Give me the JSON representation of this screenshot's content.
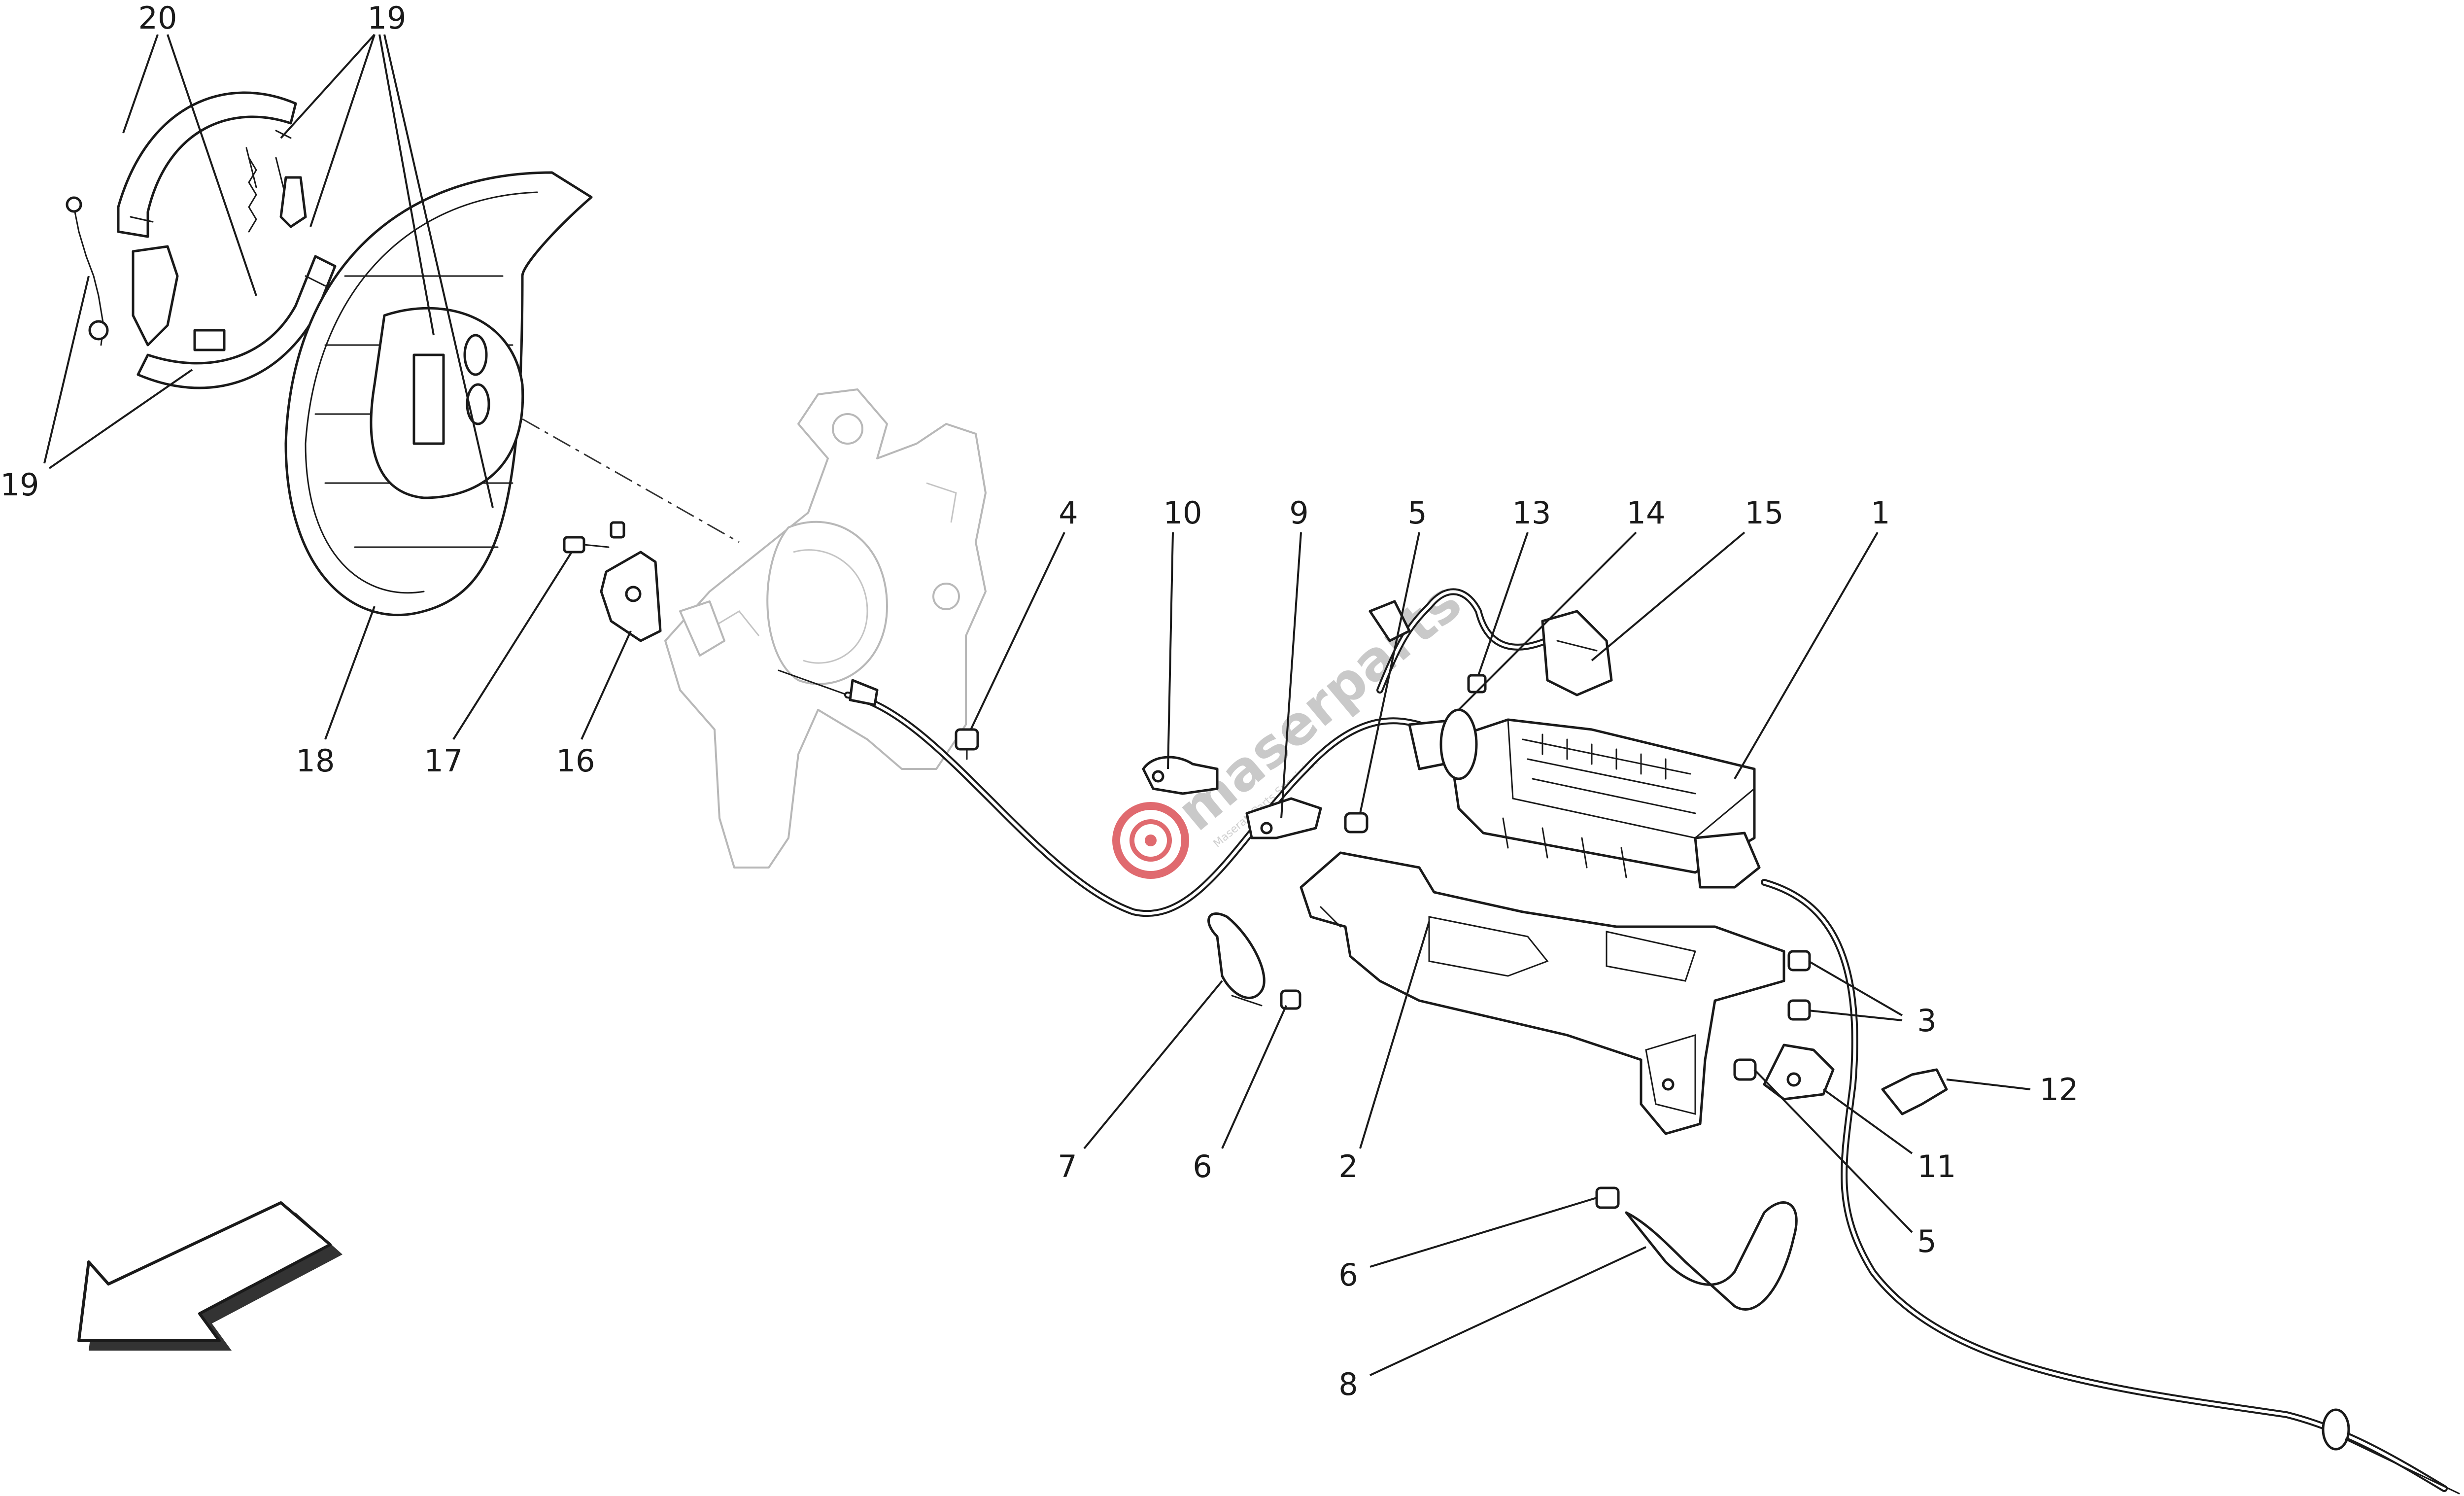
{
  "watermark": {
    "brand": "maserparts",
    "tagline": "Maserati Parts Specialist",
    "accent_color": "#d9363e"
  },
  "callouts": [
    {
      "id": "c20",
      "label": "20"
    },
    {
      "id": "c19a",
      "label": "19"
    },
    {
      "id": "c19b",
      "label": "19"
    },
    {
      "id": "c18",
      "label": "18"
    },
    {
      "id": "c17",
      "label": "17"
    },
    {
      "id": "c16",
      "label": "16"
    },
    {
      "id": "c4",
      "label": "4"
    },
    {
      "id": "c10",
      "label": "10"
    },
    {
      "id": "c9",
      "label": "9"
    },
    {
      "id": "c5a",
      "label": "5"
    },
    {
      "id": "c13",
      "label": "13"
    },
    {
      "id": "c14",
      "label": "14"
    },
    {
      "id": "c15",
      "label": "15"
    },
    {
      "id": "c1",
      "label": "1"
    },
    {
      "id": "c3",
      "label": "3"
    },
    {
      "id": "c12",
      "label": "12"
    },
    {
      "id": "c11",
      "label": "11"
    },
    {
      "id": "c5b",
      "label": "5"
    },
    {
      "id": "c7",
      "label": "7"
    },
    {
      "id": "c6a",
      "label": "6"
    },
    {
      "id": "c2",
      "label": "2"
    },
    {
      "id": "c6b",
      "label": "6"
    },
    {
      "id": "c8",
      "label": "8"
    }
  ],
  "icons": {
    "direction_arrow": "front-direction-arrow-icon",
    "watermark_logo": "brake-disc-logo-icon"
  }
}
